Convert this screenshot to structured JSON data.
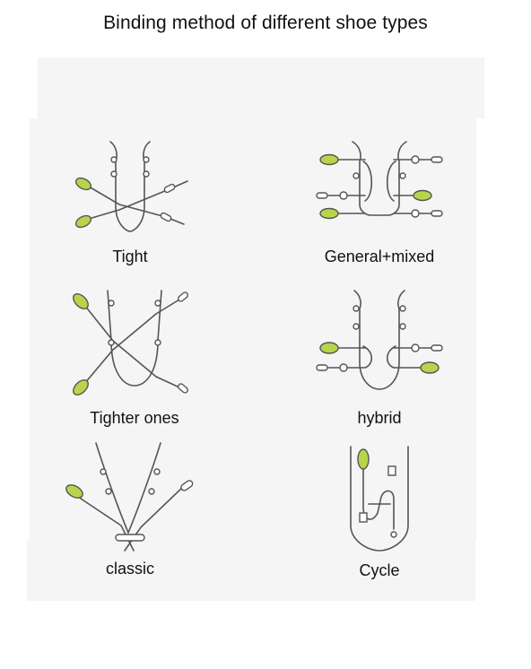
{
  "title": "Binding method of different shoe types",
  "methods": [
    {
      "label": "Tight"
    },
    {
      "label": "General+mixed"
    },
    {
      "label": "Tighter ones"
    },
    {
      "label": "hybrid"
    },
    {
      "label": "classic"
    },
    {
      "label": "Cycle"
    }
  ],
  "colors": {
    "lace_fill": "#b8d44a",
    "line": "#555555",
    "panel": "#f5f5f5"
  }
}
